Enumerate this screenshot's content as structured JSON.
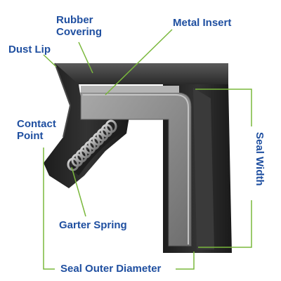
{
  "labels": {
    "rubber_covering": "Rubber\nCovering",
    "metal_insert": "Metal Insert",
    "dust_lip": "Dust Lip",
    "contact_point": "Contact\nPoint",
    "garter_spring": "Garter Spring",
    "seal_outer_diameter": "Seal Outer Diameter",
    "seal_width": "Seal Width"
  },
  "colors": {
    "label_text": "#1f4fa0",
    "leader_line": "#7ab83c",
    "rubber": "#2b2b2b",
    "metal": "#8d8d8d"
  }
}
